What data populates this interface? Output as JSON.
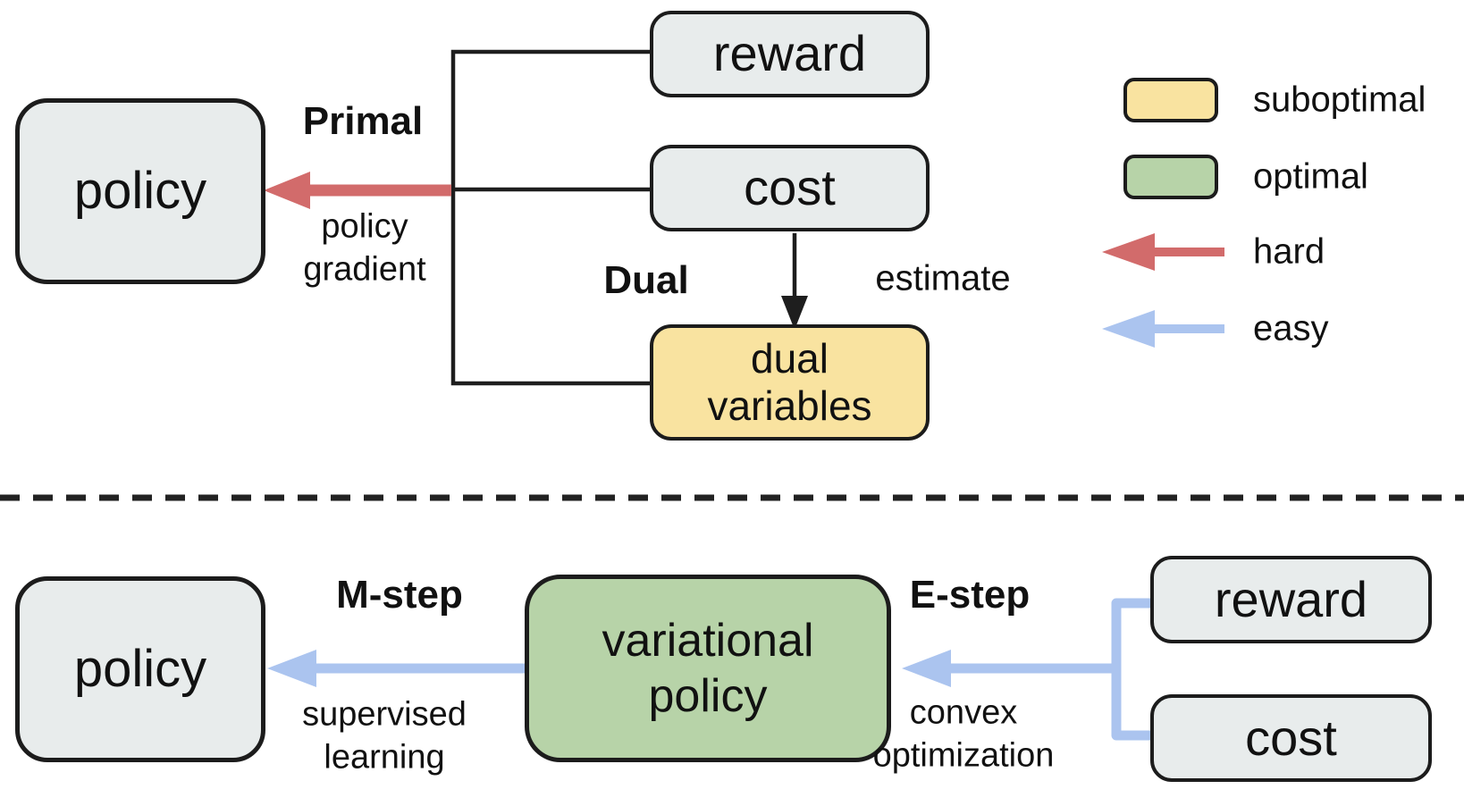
{
  "top": {
    "policy": "policy",
    "primal": "Primal",
    "policy_gradient": "policy gradient",
    "reward": "reward",
    "cost": "cost",
    "dual": "Dual",
    "estimate": "estimate",
    "dual_variables": "dual variables"
  },
  "legend": {
    "suboptimal_label": "suboptimal",
    "optimal_label": "optimal",
    "hard_label": "hard",
    "easy_label": "easy",
    "suboptimal_color": "#F9E3A0",
    "optimal_color": "#B7D3A8",
    "hard_color": "#D26B6B",
    "easy_color": "#ABC4EF"
  },
  "bottom": {
    "policy": "policy",
    "m_step": "M-step",
    "supervised_learning": "supervised learning",
    "variational_policy": "variational policy",
    "e_step": "E-step",
    "convex_optimization": "convex optimization",
    "reward": "reward",
    "cost": "cost"
  },
  "colors": {
    "box_gray": "#E8ECEC",
    "box_yellow": "#F9E3A0",
    "box_green": "#B7D3A8",
    "arrow_red": "#D26B6B",
    "arrow_blue": "#ABC4EF",
    "line_black": "#1E1E1E"
  }
}
